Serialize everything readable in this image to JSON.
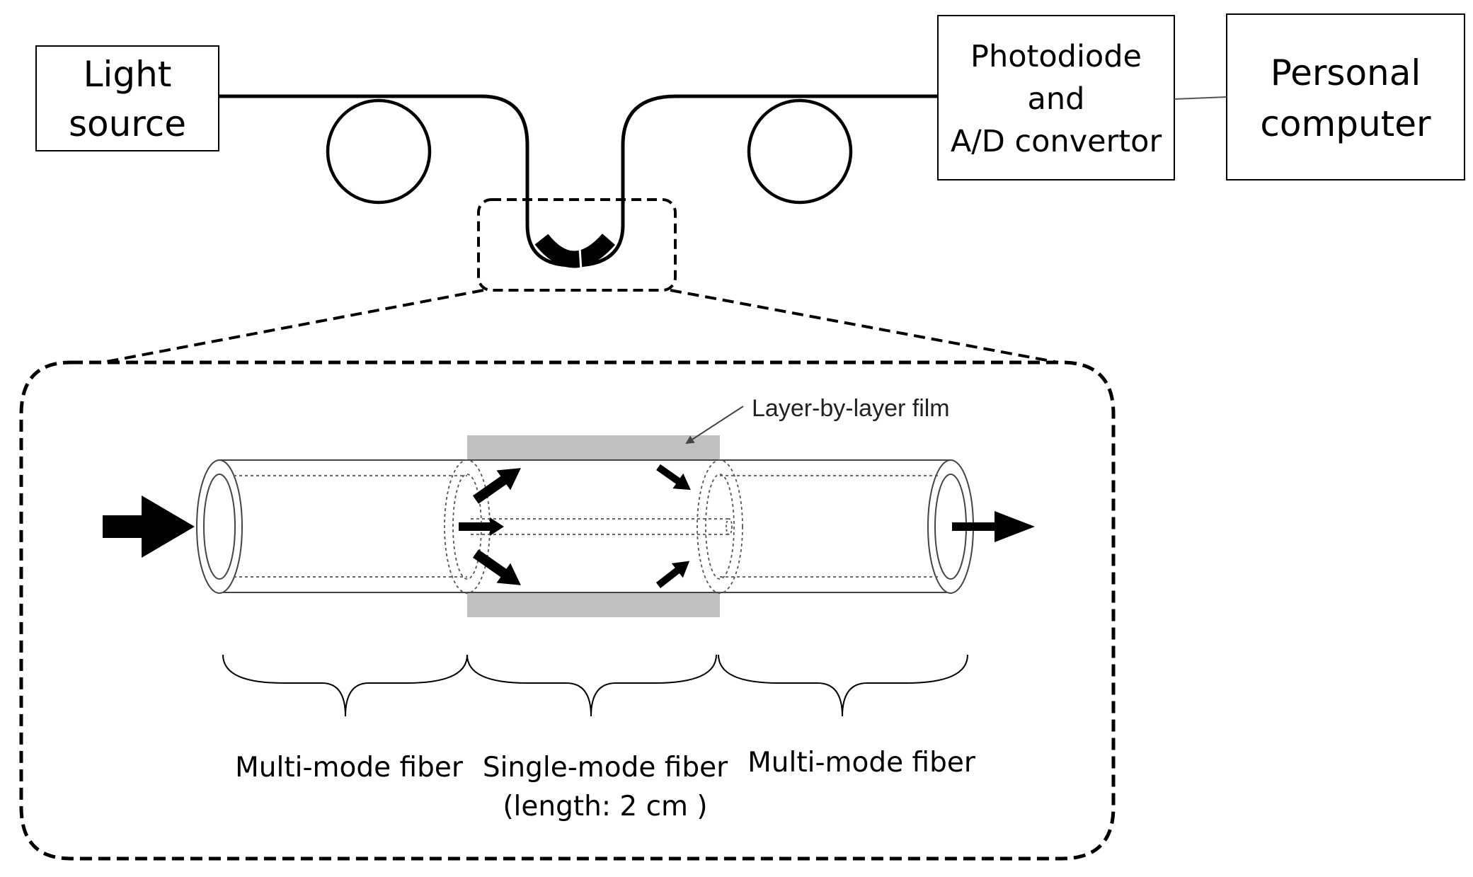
{
  "diagram": {
    "boxes": {
      "light_source": [
        "Light",
        "source"
      ],
      "photodiode": [
        "Photodiode",
        "and",
        "A/D convertor"
      ],
      "computer": [
        "Personal",
        "computer"
      ]
    },
    "film_label": "Layer-by-layer film",
    "segments": {
      "left": "Multi-mode fiber",
      "middle": [
        "Single-mode fiber",
        "(length: 2 cm )"
      ],
      "right": "Multi-mode fiber"
    }
  }
}
